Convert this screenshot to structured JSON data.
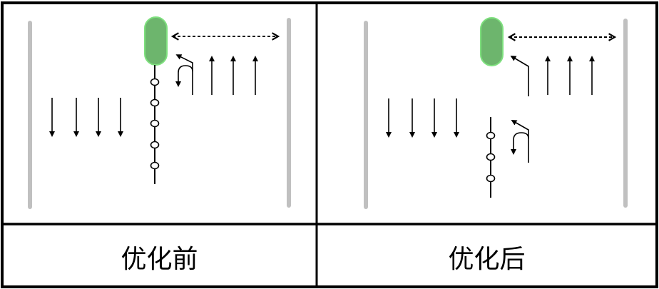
{
  "figure": {
    "panels": [
      {
        "id": "before",
        "caption": "优化前",
        "description": "Intersection approach before optimization: long median with 5 bollards, signal island, left-turn + U-turn lane, 3 through lanes northbound, 4 southbound lanes, pedestrian crossing"
      },
      {
        "id": "after",
        "caption": "优化后",
        "description": "Intersection approach after optimization: shortened median with 3 bollards, left-turn + U-turn relocated upstream, separate left-turn lane near signal island, 3 through lanes northbound, 4 southbound lanes, pedestrian crossing"
      }
    ],
    "colors": {
      "border": "#000000",
      "road_edge": "#c0c0c0",
      "signal_island_fill": "#6db56d",
      "signal_island_stroke": "#7ee07e",
      "arrow": "#000000"
    },
    "elements": {
      "southbound_arrows": 4,
      "northbound_through_arrows": 3,
      "bollards_before": 5,
      "bollards_after": 3,
      "pedestrian_crossing": "dashed double-headed arrow"
    }
  }
}
